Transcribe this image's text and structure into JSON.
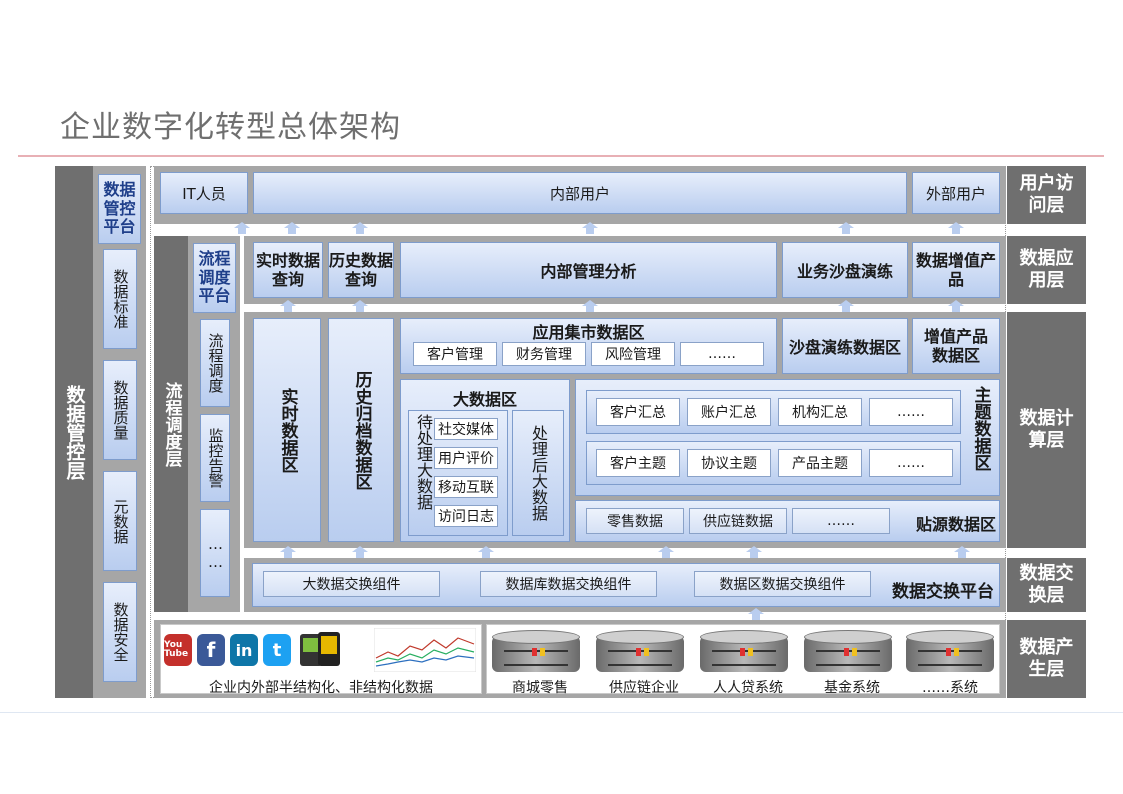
{
  "title": "企业数字化转型总体架构",
  "left_layers": {
    "outer": "数据管控层",
    "platform": "数据管控平台",
    "items": [
      "数据标准",
      "数据质量",
      "元数据",
      "数据安全"
    ],
    "scheduling_layer": "流程调度层",
    "scheduling_platform": "流程调度平台",
    "scheduling_items": [
      "流程调度",
      "监控告警",
      "……"
    ]
  },
  "right_layers": [
    "用户访问层",
    "数据应用层",
    "数据计算层",
    "数据交换层",
    "数据产生层"
  ],
  "user_access": {
    "it": "IT人员",
    "internal": "内部用户",
    "external": "外部用户"
  },
  "data_app": [
    "实时数据查询",
    "历史数据查询",
    "内部管理分析",
    "业务沙盘演练",
    "数据增值产品"
  ],
  "compute": {
    "realtime": "实时数据区",
    "archive": "历史归档数据区",
    "mart": {
      "title": "应用集市数据区",
      "items": [
        "客户管理",
        "财务管理",
        "风险管理",
        "……"
      ]
    },
    "sandbox": "沙盘演练数据区",
    "value_added": "增值产品数据区",
    "bigdata": {
      "title": "大数据区",
      "pending": "待处理大数据",
      "items": [
        "社交媒体",
        "用户评价",
        "移动互联",
        "访问日志"
      ],
      "processed": "处理后大数据"
    },
    "topic": {
      "title": "主题数据区",
      "row1": [
        "客户汇总",
        "账户汇总",
        "机构汇总",
        "……"
      ],
      "row2": [
        "客户主题",
        "协议主题",
        "产品主题",
        "……"
      ]
    },
    "source": {
      "title": "贴源数据区",
      "items": [
        "零售数据",
        "供应链数据",
        "……"
      ]
    }
  },
  "exchange": {
    "title": "数据交换平台",
    "items": [
      "大数据交换组件",
      "数据库数据交换组件",
      "数据区数据交换组件"
    ]
  },
  "produce": {
    "unstructured_label": "企业内外部半结构化、非结构化数据",
    "icons": [
      "You Tube",
      "f",
      "in",
      "t"
    ],
    "systems": [
      "商城零售",
      "供应链企业",
      "人人贷系统",
      "基金系统",
      "……系统"
    ]
  },
  "colors": {
    "dark_gray": "#6f6f6f",
    "box_blue": "#b9cdef",
    "border_blue": "#7e9ccc",
    "title_gray": "#6f6f6f"
  }
}
